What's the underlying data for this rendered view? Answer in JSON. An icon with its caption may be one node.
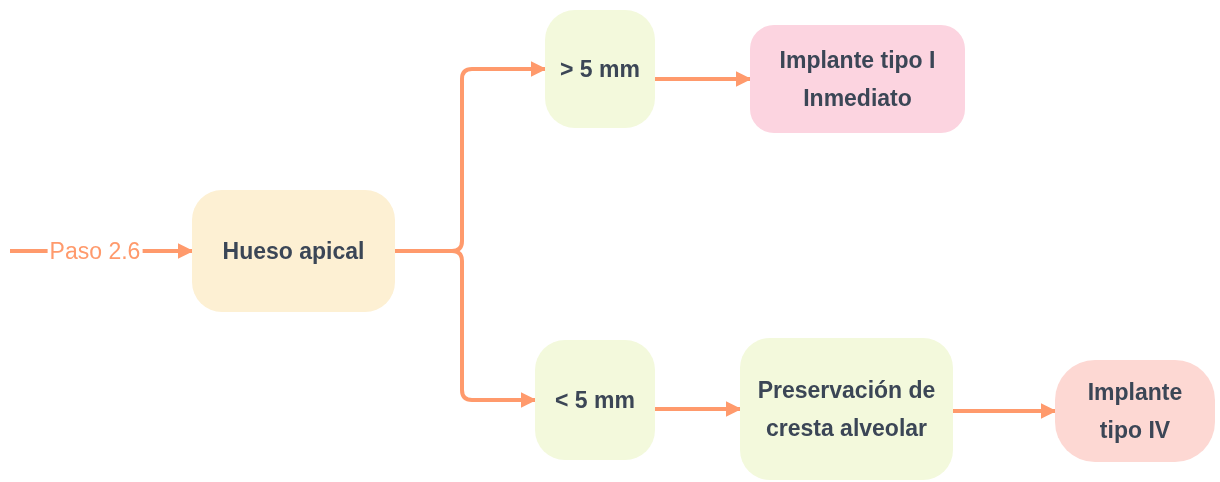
{
  "diagram": {
    "nodes": [
      {
        "text": [
          "Hueso apical"
        ]
      },
      {
        "text": [
          "> 5 mm"
        ]
      },
      {
        "text": [
          "Implante tipo I Inmediato"
        ]
      },
      {
        "text": [
          "< 5 mm"
        ]
      },
      {
        "text": [
          "Preservación de cresta alveolar"
        ]
      },
      {
        "text": [
          "Implante tipo IV"
        ]
      }
    ],
    "edges": [
      {
        "from": null,
        "to": 0,
        "arrow": "to",
        "label": "Paso 2.6"
      },
      {
        "from": 0,
        "to": 1,
        "arrow": "to"
      },
      {
        "from": 1,
        "to": 2,
        "arrow": "to"
      },
      {
        "from": 0,
        "to": 3,
        "arrow": "to"
      },
      {
        "from": 3,
        "to": 4,
        "arrow": "to"
      },
      {
        "from": 4,
        "to": 5,
        "arrow": "to"
      }
    ]
  }
}
